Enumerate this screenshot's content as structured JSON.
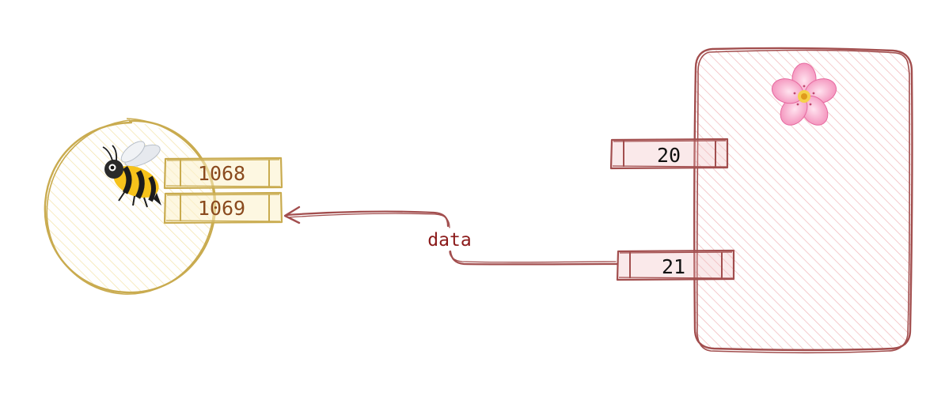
{
  "colors": {
    "left_stroke": "#c9ab4f",
    "left_fill": "#fbf0c8",
    "left_text": "#8a4a1e",
    "right_stroke": "#a24e4e",
    "right_fill": "#f0b6b8",
    "right_text": "#111111",
    "edge_stroke": "#a24e4e",
    "edge_label": "#8b1a1a"
  },
  "left_node": {
    "icon": "bee-icon",
    "ports": [
      {
        "label": "1068"
      },
      {
        "label": "1069"
      }
    ]
  },
  "right_node": {
    "icon": "cherry-blossom-icon",
    "ports": [
      {
        "label": "20"
      },
      {
        "label": "21"
      }
    ]
  },
  "edge": {
    "label": "data",
    "from": "right_node.ports.1",
    "to": "left_node.ports.1"
  }
}
